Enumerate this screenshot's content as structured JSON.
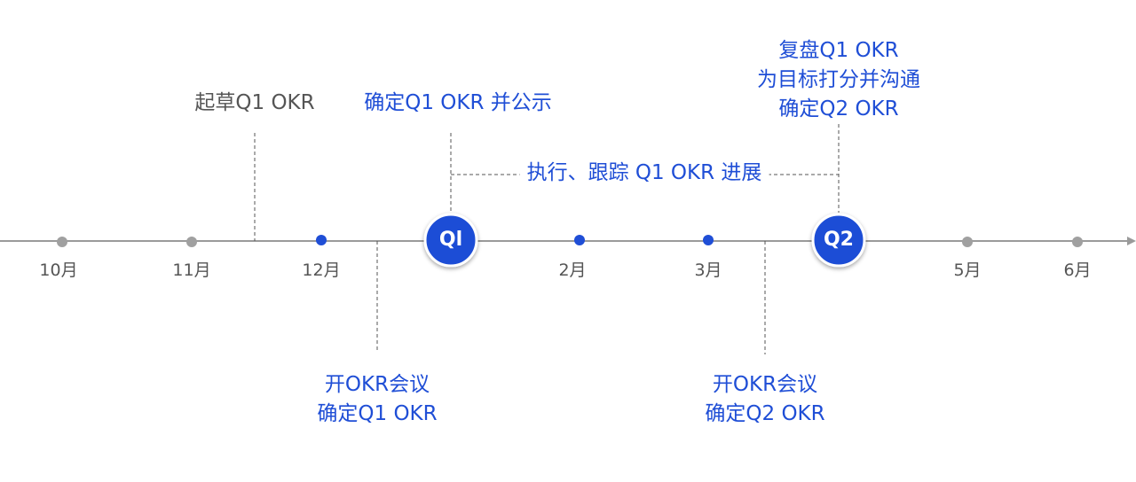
{
  "colors": {
    "axis": "#9a9a9a",
    "gray_dot": "#a0a0a0",
    "blue": "#1f4ed6",
    "text_gray": "#555555"
  },
  "months": [
    "10月",
    "11月",
    "12月",
    "2月",
    "3月",
    "5月",
    "6月"
  ],
  "quarters": [
    "Ql",
    "Q2"
  ],
  "events": {
    "draft_q1": "起草Q1 OKR",
    "confirm_publish_q1": "确定Q1 OKR 并公示",
    "review_q1": [
      "复盘Q1 OKR",
      "为目标打分并沟通",
      "确定Q2 OKR"
    ],
    "meeting_q1": [
      "开OKR会议",
      "确定Q1 OKR"
    ],
    "meeting_q2": [
      "开OKR会议",
      "确定Q2 OKR"
    ]
  },
  "span_label": "执行、跟踪 Q1 OKR 进展"
}
